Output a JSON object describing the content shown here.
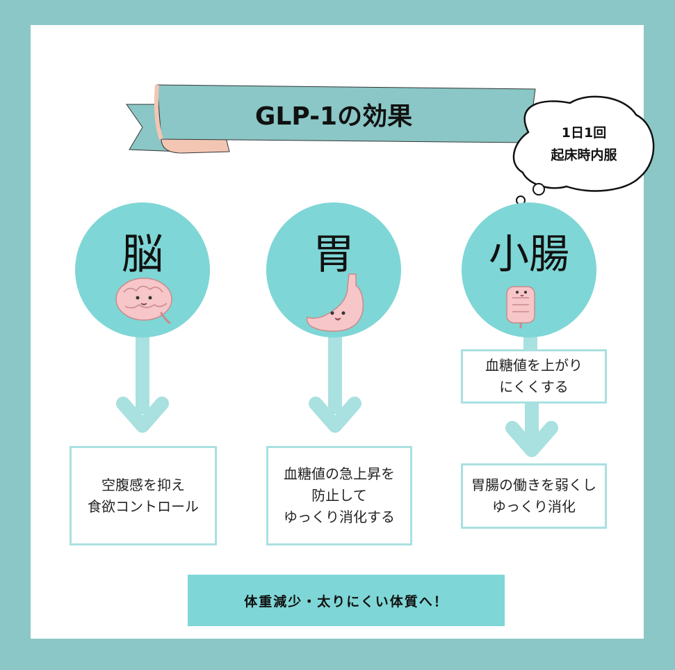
{
  "title": "GLP-1の効果",
  "bubble": {
    "line1": "1日1回",
    "line2": "起床時内服"
  },
  "organs": [
    {
      "name": "脳",
      "icon": "brain-icon",
      "effect_lines": [
        "空腹感を抑え",
        "食欲コントロール"
      ]
    },
    {
      "name": "胃",
      "icon": "stomach-icon",
      "effect_lines": [
        "血糖値の急上昇を",
        "防止して",
        "ゆっくり消化する"
      ]
    },
    {
      "name": "小腸",
      "icon": "intestine-icon",
      "effect_lines": [
        "血糖値を上がり",
        "にくくする"
      ],
      "effect2_lines": [
        "胃腸の働きを弱くし",
        "ゆっくり消化"
      ]
    }
  ],
  "conclusion": "体重減少・太りにくい体質へ！",
  "colors": {
    "frame": "#8ac7c6",
    "circle": "#7fd6d6",
    "arrow": "#a9e0e0",
    "ribbon": "#8ac7c6",
    "ribbon_fold": "#f3c6b4"
  }
}
